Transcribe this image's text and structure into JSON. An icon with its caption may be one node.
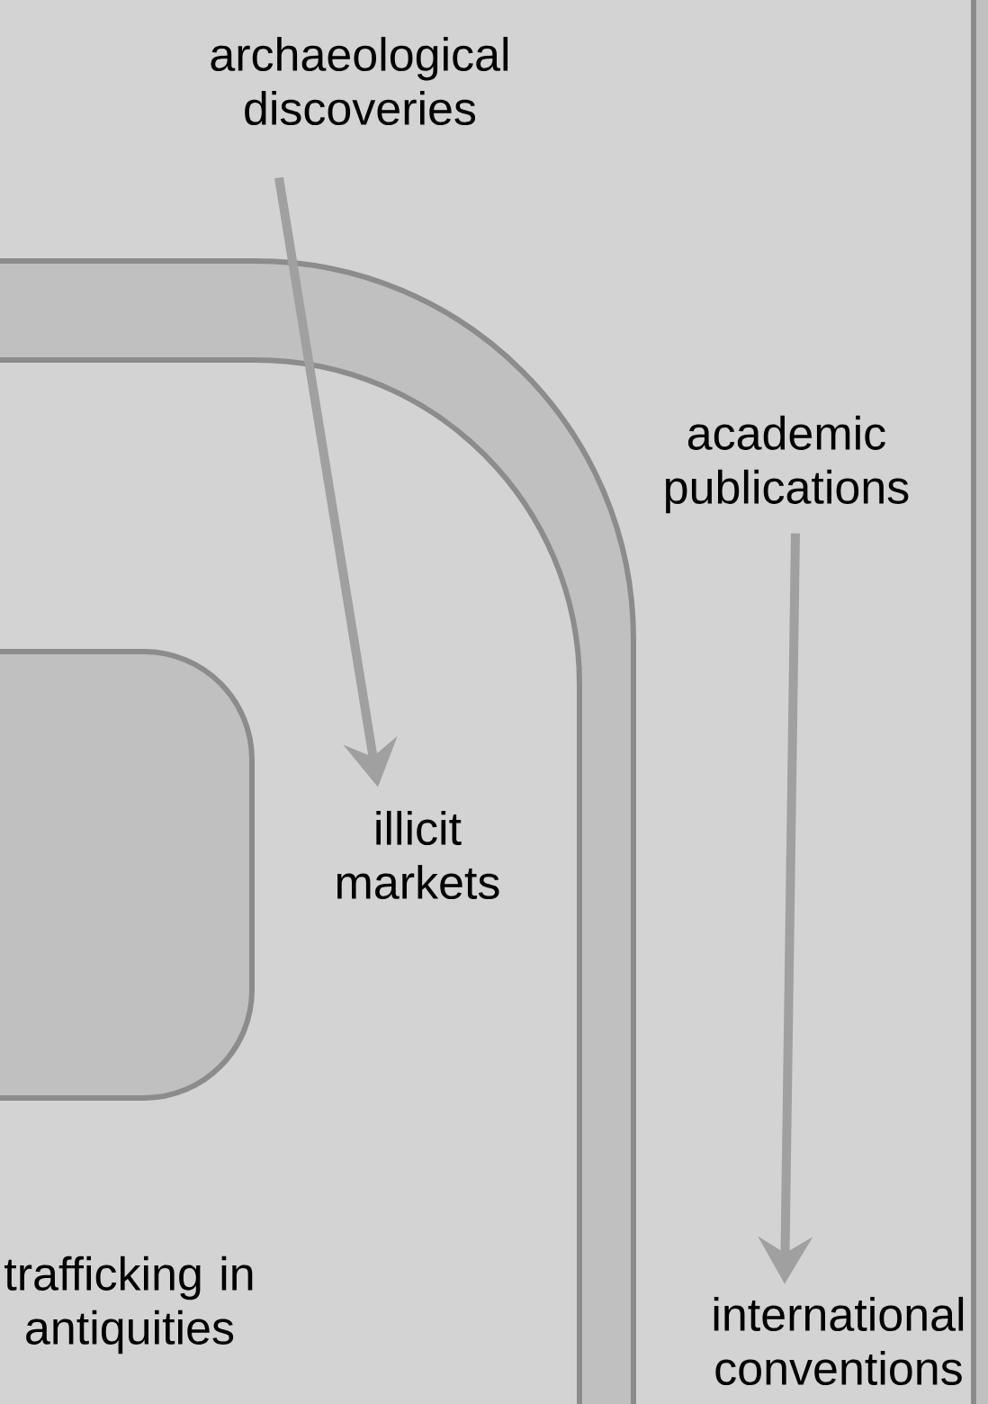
{
  "diagram": {
    "nodes": [
      {
        "text": [],
        "shape": "box"
      },
      {
        "text": [
          "archaeological discoveries"
        ],
        "in": 0
      },
      {
        "text": [
          "academic publications"
        ],
        "in": 0
      },
      {
        "text": [],
        "shape": "box",
        "in": 0
      },
      {
        "text": [],
        "shape": "box",
        "in": 3
      },
      {
        "text": [
          "illicit markets"
        ],
        "in": 4
      },
      {
        "text": [],
        "shape": "box",
        "in": 4
      },
      {
        "text": [
          "trafficking in antiquities"
        ],
        "in": 4
      },
      {
        "text": [
          "international conventions"
        ],
        "in": 0
      }
    ],
    "edges": [
      {
        "from": 1,
        "to": 5,
        "arrow": "to"
      },
      {
        "from": 2,
        "to": 8,
        "arrow": "to"
      }
    ]
  }
}
